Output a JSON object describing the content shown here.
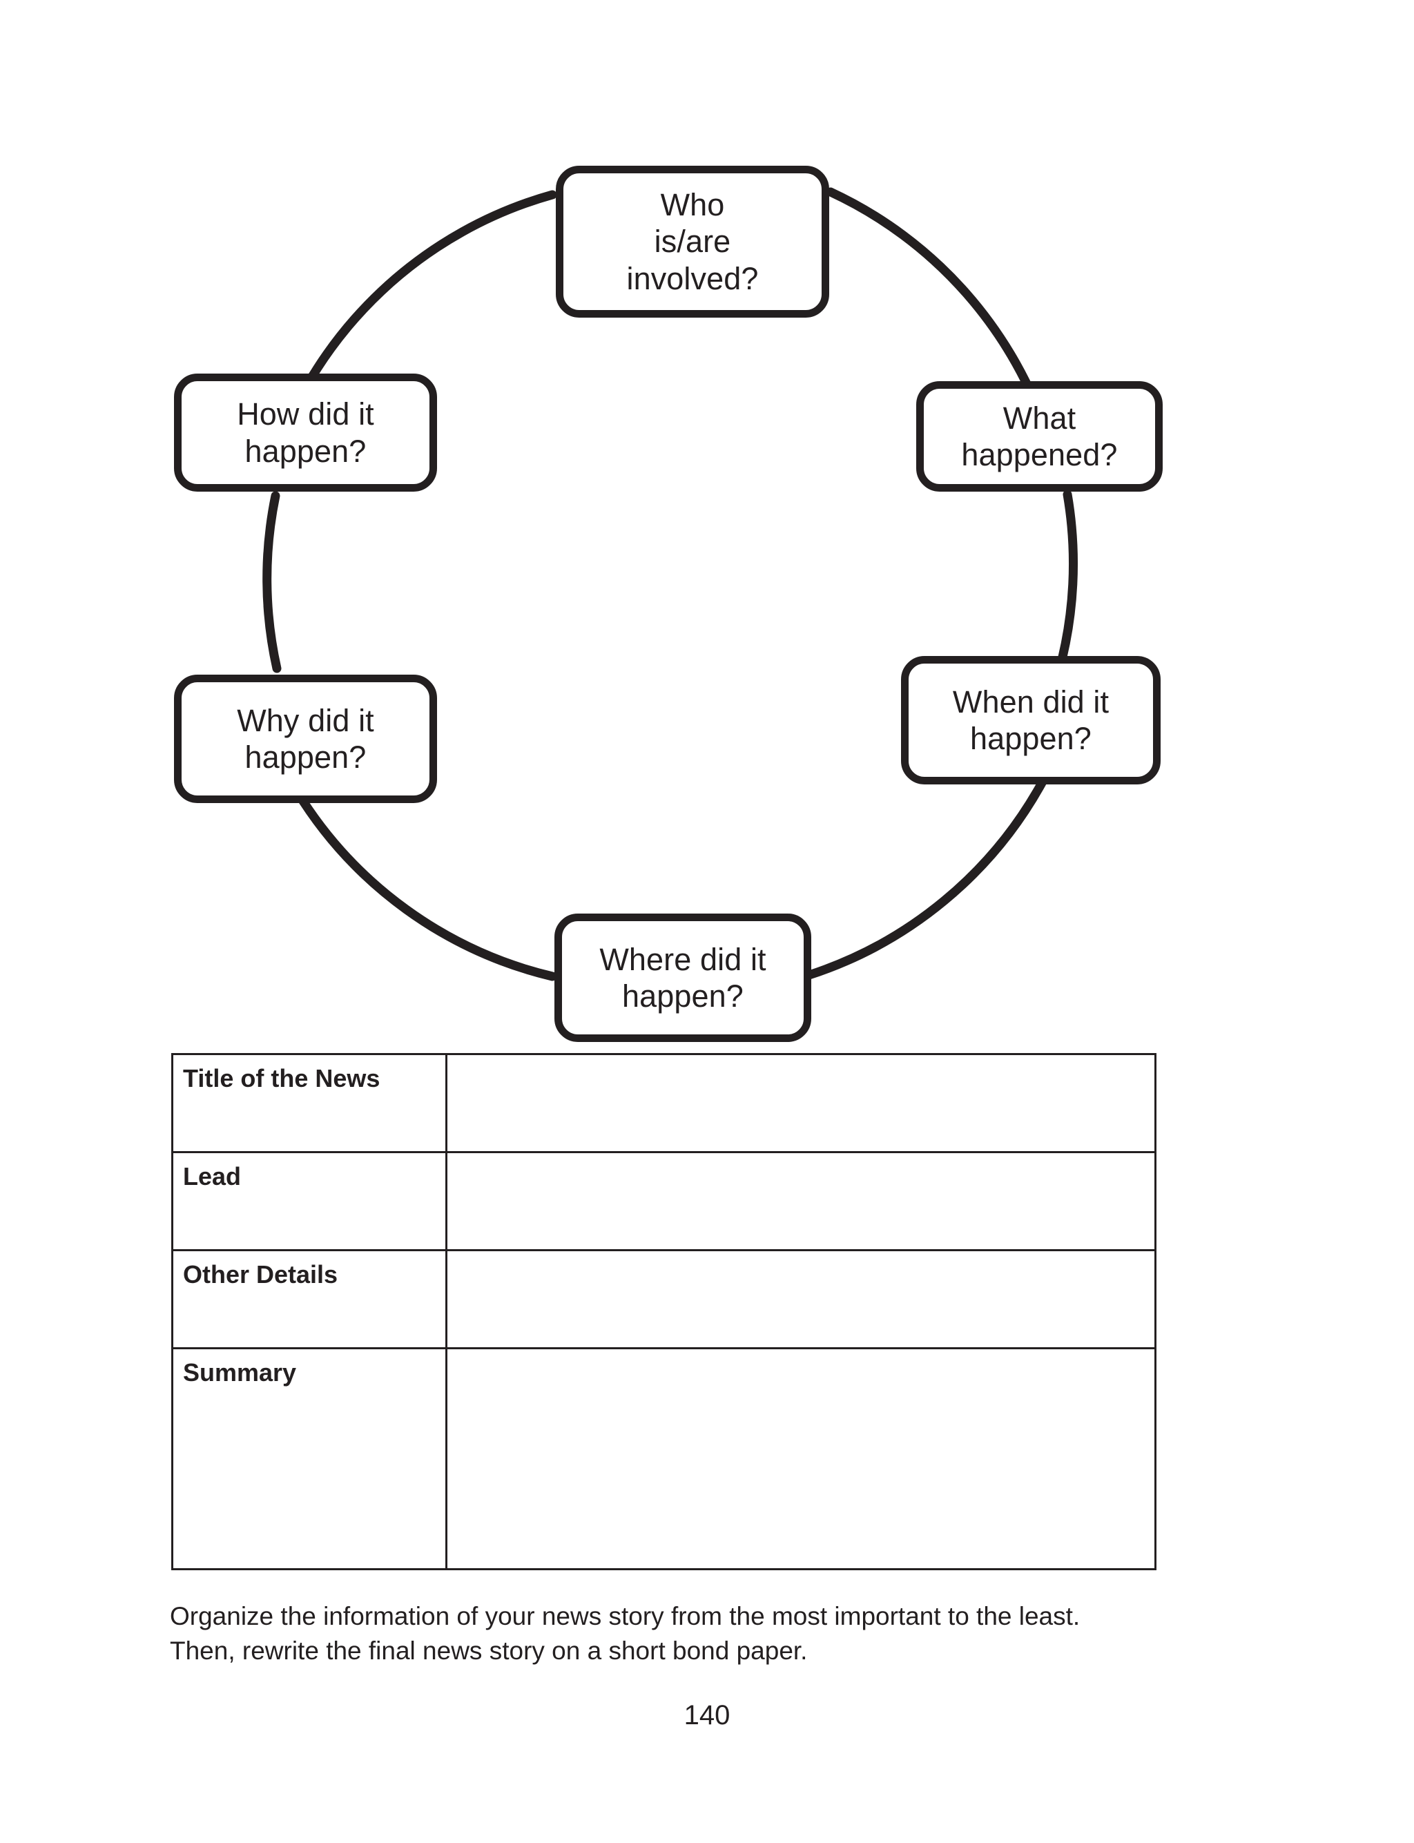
{
  "document": {
    "page_number": "140"
  },
  "cycle_diagram": {
    "name": "5Ws and 1H news cycle graphic organizer",
    "shape": "circle",
    "nodes": [
      {
        "id": "who",
        "label": "Who\nis/are\ninvolved?",
        "lines": [
          "Who",
          "is/are",
          "involved?"
        ],
        "position": "top"
      },
      {
        "id": "what",
        "label": "What happened?",
        "lines": [
          "What",
          "happened?"
        ],
        "position": "upper-right"
      },
      {
        "id": "when",
        "label": "When did it happen?",
        "lines": [
          "When did it",
          "happen?"
        ],
        "position": "lower-right"
      },
      {
        "id": "where",
        "label": "Where did it happen?",
        "lines": [
          "Where did it",
          "happen?"
        ],
        "position": "bottom"
      },
      {
        "id": "why",
        "label": "Why did it happen?",
        "lines": [
          "Why did it",
          "happen?"
        ],
        "position": "lower-left"
      },
      {
        "id": "how",
        "label": "How did it happen?",
        "lines": [
          "How did it",
          "happen?"
        ],
        "position": "upper-left"
      }
    ],
    "line_color": "#231f20",
    "fill_color": "#ffffff"
  },
  "news_table": {
    "rows": [
      {
        "label": "Title of the News",
        "value": ""
      },
      {
        "label": "Lead",
        "value": ""
      },
      {
        "label": "Other Details",
        "value": ""
      },
      {
        "label": "Summary",
        "value": ""
      }
    ]
  },
  "instructions": {
    "line1": "Organize the information of your news story from the most important to the least.",
    "line2": "Then, rewrite the final news story on a short bond paper."
  }
}
